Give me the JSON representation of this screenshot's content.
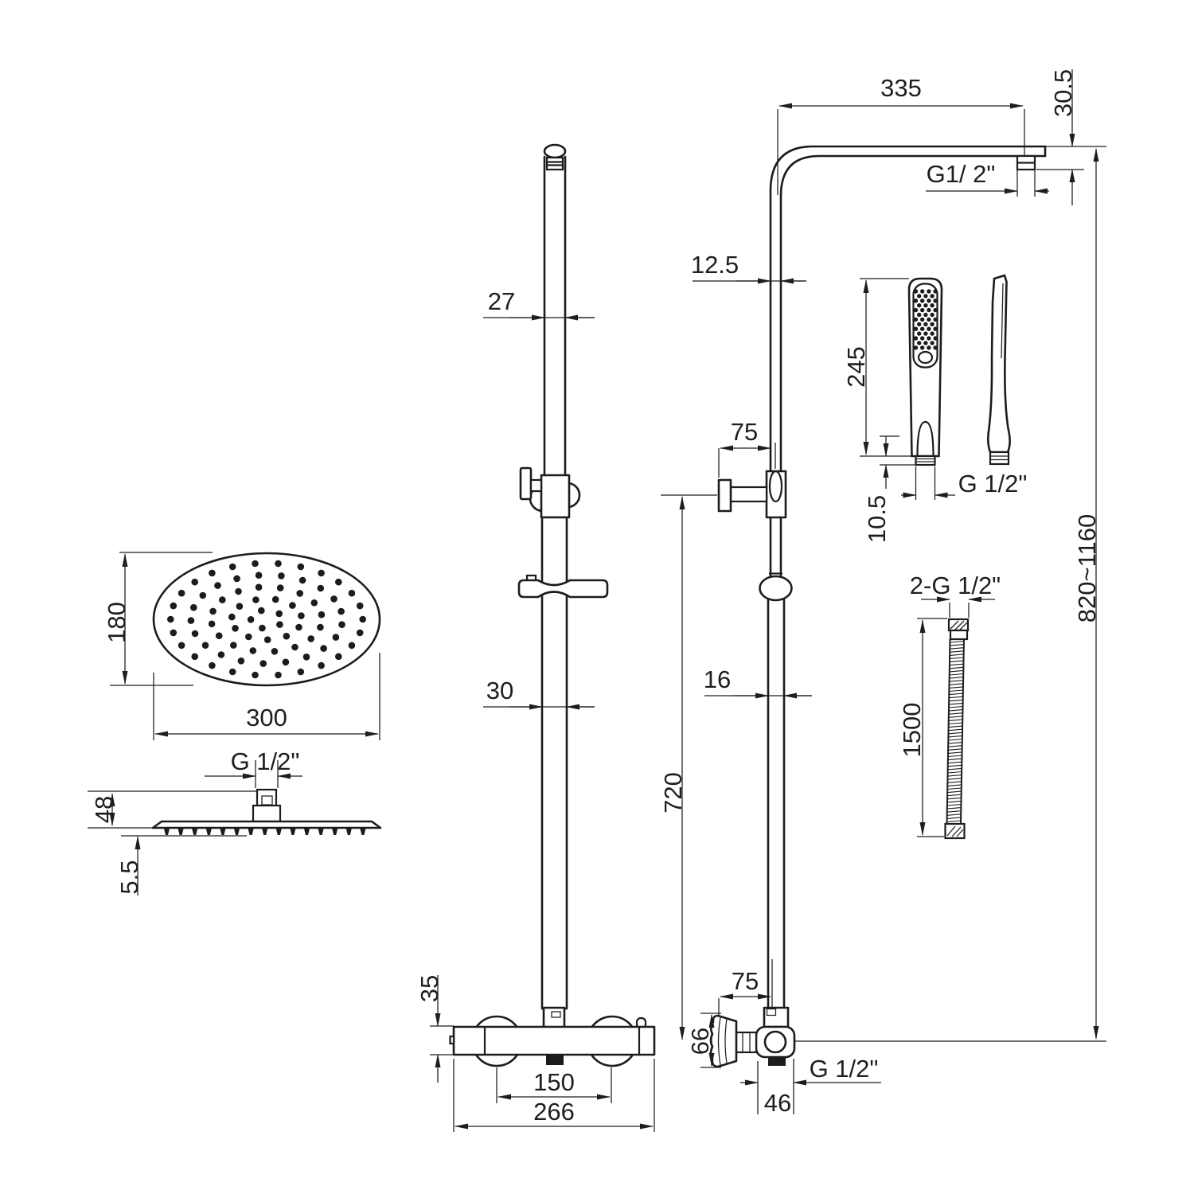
{
  "drawing": {
    "type": "technical-dimension-drawing",
    "subject": "thermostatic shower column set with overhead rain head, hand shower and hose",
    "line_color": "#1c1c1c",
    "background": "#ffffff"
  },
  "dims": {
    "head_depth": "180",
    "head_width": "300",
    "head_thread": "G 1/2\"",
    "head_height": "48",
    "head_plate_thickness": "5.5",
    "riser_upper_dia": "27",
    "riser_lower_dia": "30",
    "valve_body_height": "35",
    "valve_center_distance": "150",
    "valve_overall_width": "266",
    "arm_reach": "335",
    "arm_drop": "30.5",
    "arm_thread": "G1/ 2\"",
    "pipe_upper_dia": "12.5",
    "slider_offset": "75",
    "handset_length": "245",
    "handset_nut_height": "10.5",
    "handset_thread": "G 1/2\"",
    "pipe_lower_dia": "16",
    "riser_height": "720",
    "hose_thread": "2-G 1/2\"",
    "hose_length": "1500",
    "overall_height": "820~1160",
    "valve_knob_dia": "66",
    "valve_offset": "75",
    "valve_body_width": "46",
    "valve_thread": "G 1/2\""
  }
}
